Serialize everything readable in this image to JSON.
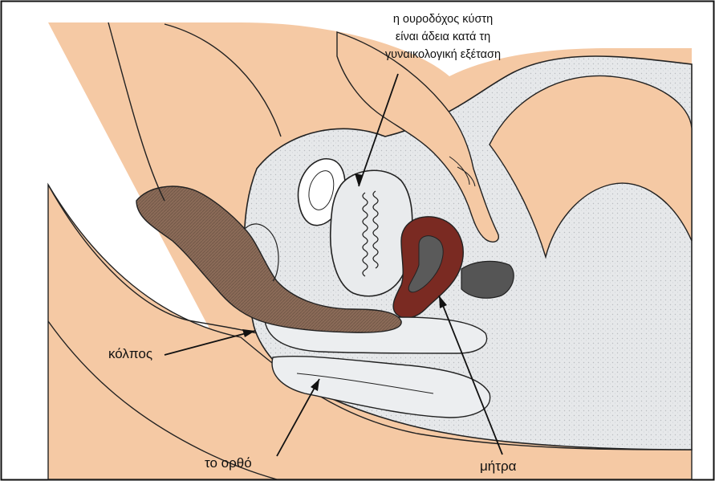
{
  "labels": {
    "bladder_line1": "η ουροδόχος κύστη",
    "bladder_line2": "είναι άδεια κατά τη",
    "bladder_line3": "γυναικολογική εξέταση",
    "vagina": "κόλπος",
    "rectum": "το ορθό",
    "uterus": "μήτρα"
  },
  "colors": {
    "skin": "#f5c9a4",
    "organ_fill": "#e4e6e8",
    "glove": "#8a6a55",
    "uterus": "#7a2a22",
    "outline": "#222222"
  }
}
